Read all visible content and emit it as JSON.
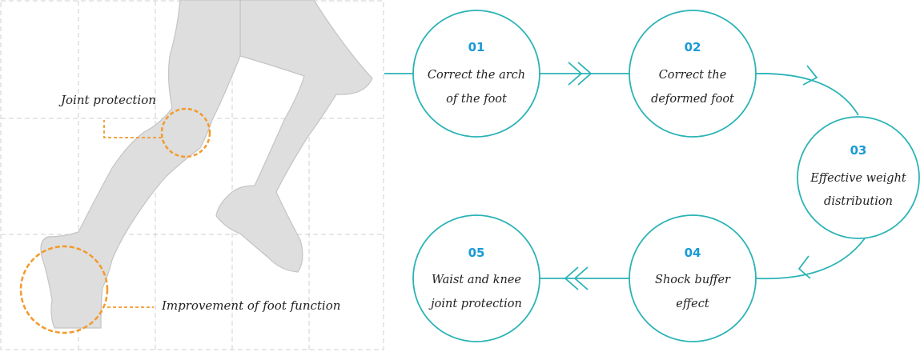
{
  "callouts": {
    "joint": "Joint protection",
    "foot": "Improvement of foot function"
  },
  "steps": [
    {
      "num": "01",
      "line1": "Correct the arch",
      "line2": "of the foot"
    },
    {
      "num": "02",
      "line1": "Correct the",
      "line2": "deformed foot"
    },
    {
      "num": "03",
      "line1": "Effective weight",
      "line2": "distribution"
    },
    {
      "num": "04",
      "line1": "Shock buffer",
      "line2": "effect"
    },
    {
      "num": "05",
      "line1": "Waist and knee",
      "line2": "joint protection"
    }
  ],
  "colors": {
    "teal": "#2bb3b6",
    "orange": "#f39a2b",
    "blue": "#1a9ad6",
    "silhouette": "#dedede"
  }
}
